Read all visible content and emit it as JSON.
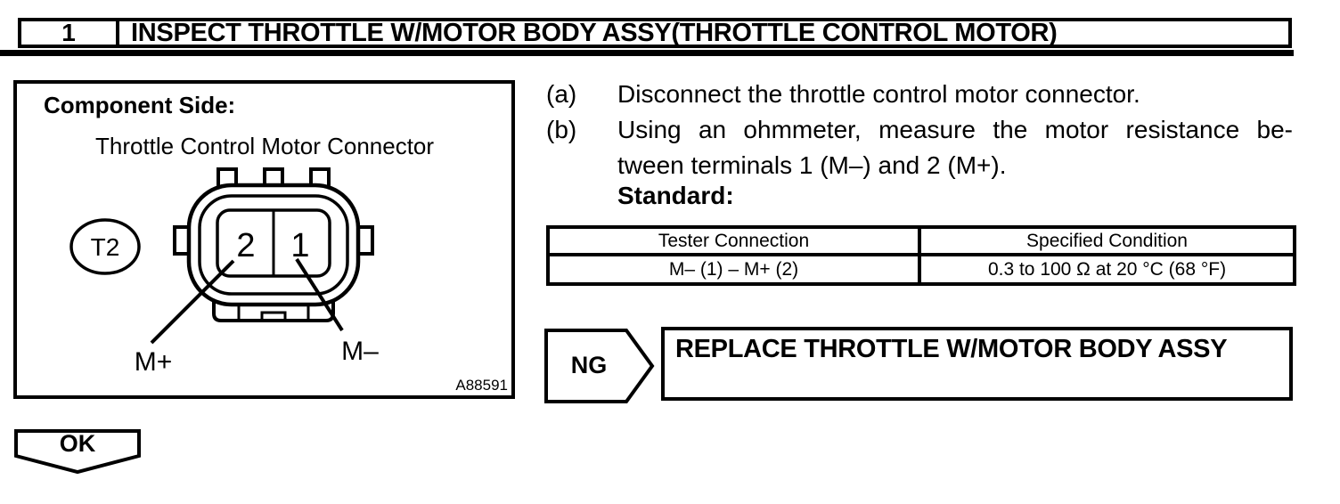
{
  "header": {
    "step_number": "1",
    "title": "INSPECT THROTTLE W/MOTOR BODY ASSY(THROTTLE CONTROL MOTOR)"
  },
  "figure": {
    "caption": "Component Side:",
    "subcaption": "Throttle Control Motor Connector",
    "connector_tag": "T2",
    "terminal_left": "2",
    "terminal_right": "1",
    "label_left": "M+",
    "label_right": "M–",
    "figure_code": "A88591"
  },
  "instructions": {
    "a_marker": "(a)",
    "a_text": "Disconnect the throttle control motor connector.",
    "b_marker": "(b)",
    "b_line1": "Using an ohmmeter, measure the motor resistance be-",
    "b_line2": "tween terminals 1 (M–) and 2 (M+).",
    "standard_label": "Standard:"
  },
  "table": {
    "headers": [
      "Tester Connection",
      "Specified Condition"
    ],
    "rows": [
      [
        "M– (1) – M+ (2)",
        "0.3 to 100 Ω at 20 °C (68 °F)"
      ]
    ]
  },
  "decision": {
    "ng_label": "NG",
    "ng_action": "REPLACE THROTTLE W/MOTOR BODY ASSY",
    "ok_label": "OK"
  },
  "colors": {
    "ink": "#000000",
    "paper": "#ffffff"
  }
}
